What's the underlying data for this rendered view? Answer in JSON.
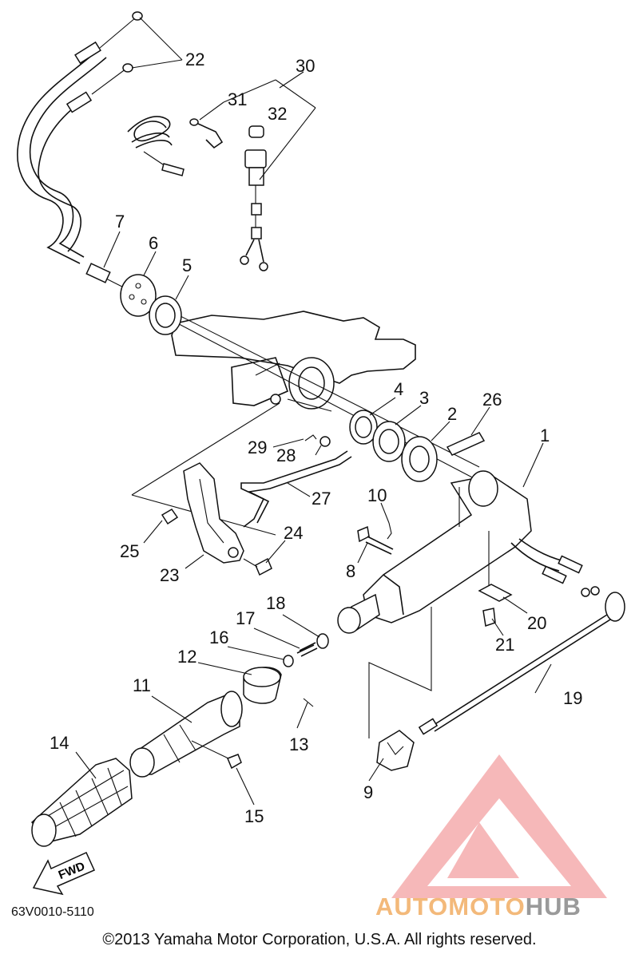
{
  "diagram": {
    "part_numbers": [
      "22",
      "30",
      "31",
      "32",
      "7",
      "6",
      "5",
      "4",
      "3",
      "2",
      "26",
      "1",
      "29",
      "28",
      "27",
      "10",
      "8",
      "25",
      "23",
      "24",
      "18",
      "17",
      "16",
      "12",
      "11",
      "13",
      "14",
      "15",
      "9",
      "20",
      "21",
      "19"
    ],
    "fwd_label": "FWD",
    "drawing_code": "63V0010-5110",
    "copyright": "©2013 Yamaha Motor Corporation, U.S.A. All rights reserved."
  },
  "watermark": {
    "brand_part1": "AUTOMOTO",
    "brand_part2": "HUB",
    "logo_color": "#ef7f80",
    "brand_color_1": "#f3b97a",
    "brand_color_2": "#9a9a9a"
  }
}
